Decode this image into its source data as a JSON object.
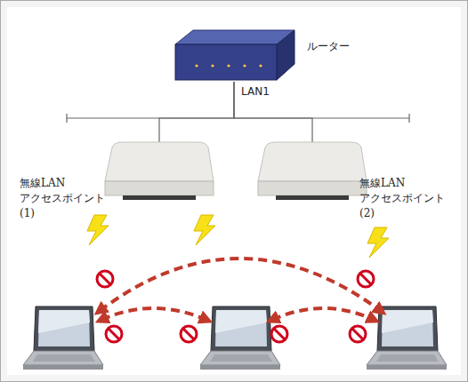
{
  "diagram": {
    "nodes": [
      {
        "text": [
          "ルーター"
        ]
      },
      {
        "text": [
          "無線LAN アクセスポイント(1)"
        ]
      },
      {
        "text": [
          "無線LAN アクセスポイント(2)"
        ]
      }
    ],
    "edges": [
      {
        "from": 0,
        "to": 1,
        "arrow": "none"
      },
      {
        "from": 0,
        "to": 2,
        "arrow": "none"
      }
    ],
    "labels": [
      "LAN1"
    ]
  }
}
